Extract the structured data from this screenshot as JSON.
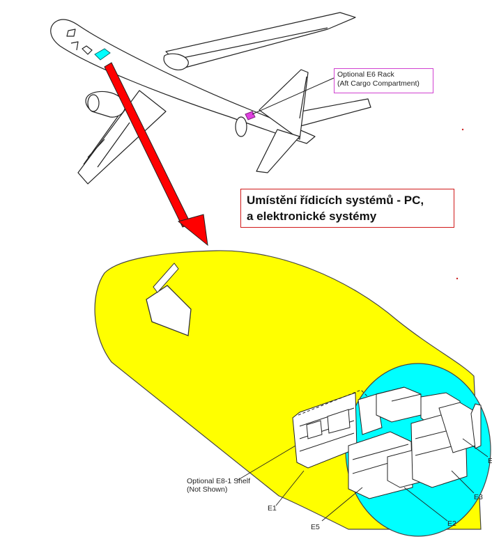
{
  "title_line1": "Umístění řídicích systémů - PC,",
  "title_line2": "a elektronické systémy",
  "e6_callout": {
    "line1": "Optional E6 Rack",
    "line2": "(Aft Cargo Compartment)"
  },
  "e8_callout": {
    "line1": "Optional E8-1 Shelf",
    "line2": "(Not Shown)"
  },
  "rack_labels": {
    "e1": "E1",
    "e2": "E2",
    "e3": "E3",
    "e5": "E5",
    "e4_partial": "E"
  },
  "colors": {
    "nose_fill": "#ffff00",
    "bay_fill": "#00ffff",
    "arrow": "#ff0000",
    "callout_border": "#d040d0",
    "title_border": "#d01818"
  }
}
